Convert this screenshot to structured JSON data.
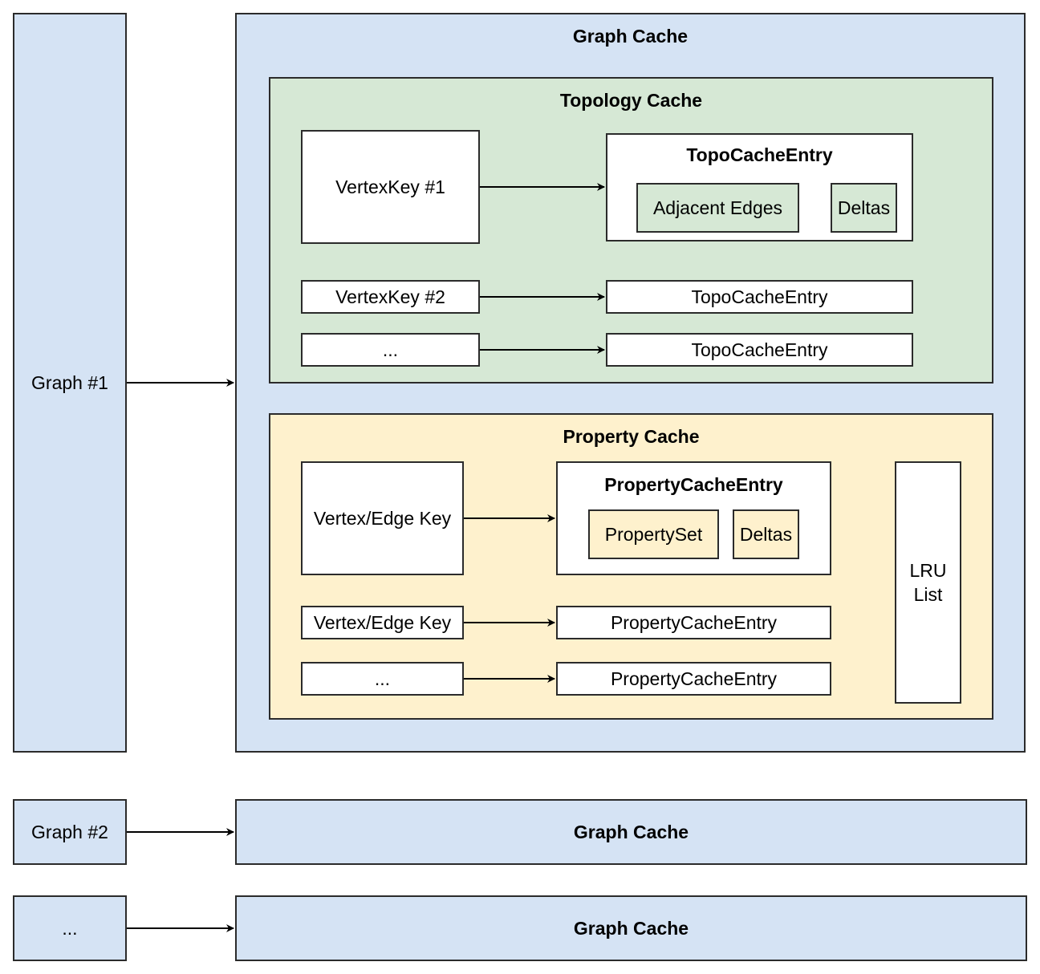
{
  "graphs": {
    "graph1": "Graph #1",
    "graph2": "Graph #2",
    "graph3": "..."
  },
  "graph_cache": {
    "title": "Graph Cache",
    "collapsed_title_2": "Graph Cache",
    "collapsed_title_3": "Graph Cache"
  },
  "topology_cache": {
    "title": "Topology Cache",
    "key1": "VertexKey #1",
    "entry_title": "TopoCacheEntry",
    "adjacent_edges": "Adjacent Edges",
    "deltas": "Deltas",
    "key2": "VertexKey #2",
    "entry2": "TopoCacheEntry",
    "key3": "...",
    "entry3": "TopoCacheEntry"
  },
  "property_cache": {
    "title": "Property Cache",
    "key1": "Vertex/Edge Key",
    "entry_title": "PropertyCacheEntry",
    "property_set": "PropertySet",
    "deltas": "Deltas",
    "key2": "Vertex/Edge Key",
    "entry2": "PropertyCacheEntry",
    "key3": "...",
    "entry3": "PropertyCacheEntry",
    "lru_line1": "LRU",
    "lru_line2": "List"
  },
  "colors": {
    "graph_blue": "#d5e3f4",
    "topology_green": "#d6e8d5",
    "property_yellow": "#fef1cd",
    "border": "#2b2b2b"
  }
}
